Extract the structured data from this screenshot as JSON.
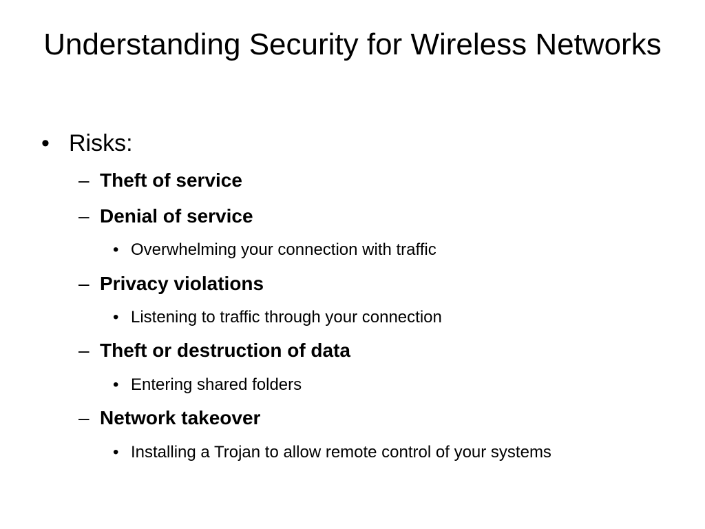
{
  "slide": {
    "title": "Understanding Security for Wireless Networks",
    "bullet_l1": "•",
    "bullet_l2": "–",
    "bullet_l3": "•",
    "heading": "Risks:",
    "risks": [
      {
        "label": "Theft of service"
      },
      {
        "label": "Denial of service",
        "detail": "Overwhelming your connection with traffic"
      },
      {
        "label": "Privacy violations",
        "detail": "Listening to traffic through your connection"
      },
      {
        "label": "Theft or destruction of data",
        "detail": "Entering shared folders"
      },
      {
        "label": "Network takeover",
        "detail": "Installing a Trojan to allow remote control of your systems"
      }
    ]
  }
}
